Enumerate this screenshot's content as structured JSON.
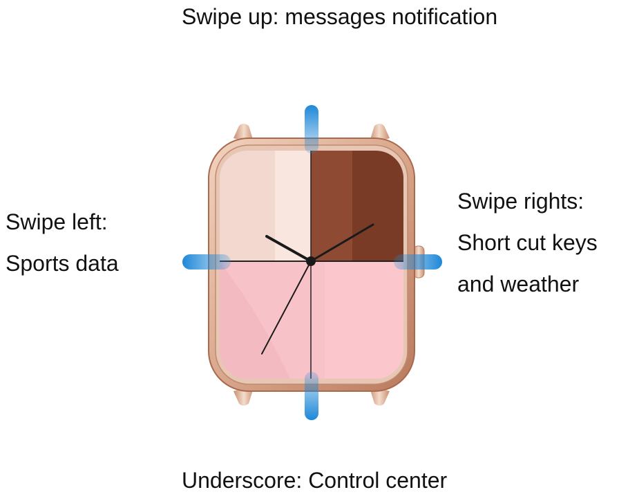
{
  "labels": {
    "top": "Swipe up: messages notification",
    "left": [
      "Swipe left:",
      "Sports data"
    ],
    "right": [
      "Swipe rights:",
      "Short cut keys",
      "and weather"
    ],
    "bottom": "Underscore: Control center"
  },
  "colors": {
    "case": "#d9a78c",
    "swipe_marker": "#1e88d8",
    "face_top_left": "#f3d8cf",
    "face_top_right": "#7a3b26",
    "face_bottom": "#f8c3c8",
    "hands": "#1a1a1a"
  },
  "icons": [
    "smartwatch-icon",
    "crown-icon",
    "swipe-marker-up",
    "swipe-marker-down",
    "swipe-marker-left",
    "swipe-marker-right"
  ]
}
